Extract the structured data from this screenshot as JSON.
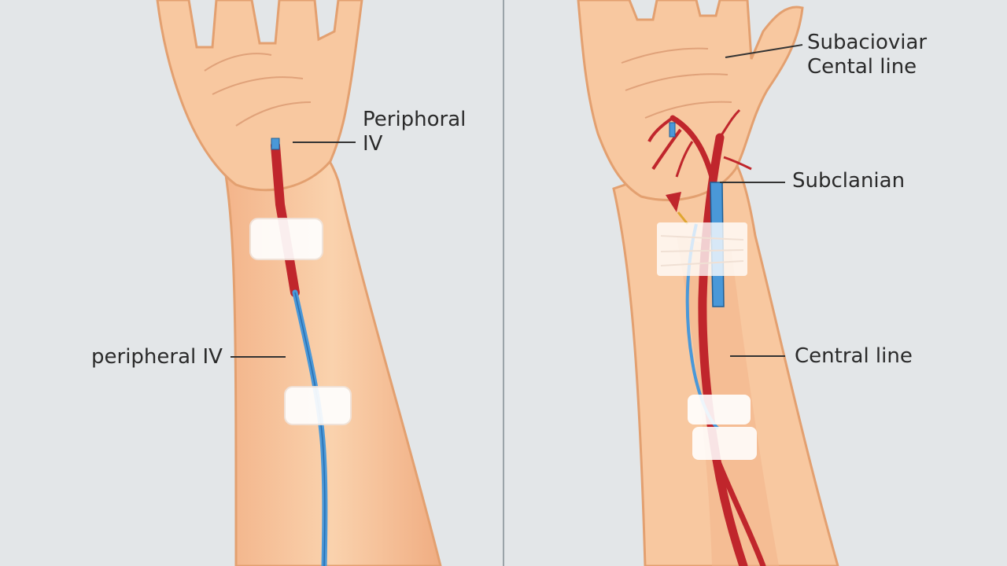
{
  "colors": {
    "background": "#e3e6e8",
    "skin": "#f8c8a0",
    "skin_outline": "#e3a070",
    "catheter_blue": "#4a98d8",
    "vein_red": "#c0262c",
    "bandage": "#ffffff",
    "divider": "#9aa3a8"
  },
  "left_panel": {
    "label_top": {
      "line1": "Periphoral",
      "line2": "IV"
    },
    "label_side": "peripheral IV"
  },
  "right_panel": {
    "label_top": {
      "line1": "Subacioviar",
      "line2": "Cental line"
    },
    "label_mid": "Subclanian",
    "label_bottom": "Central line"
  }
}
